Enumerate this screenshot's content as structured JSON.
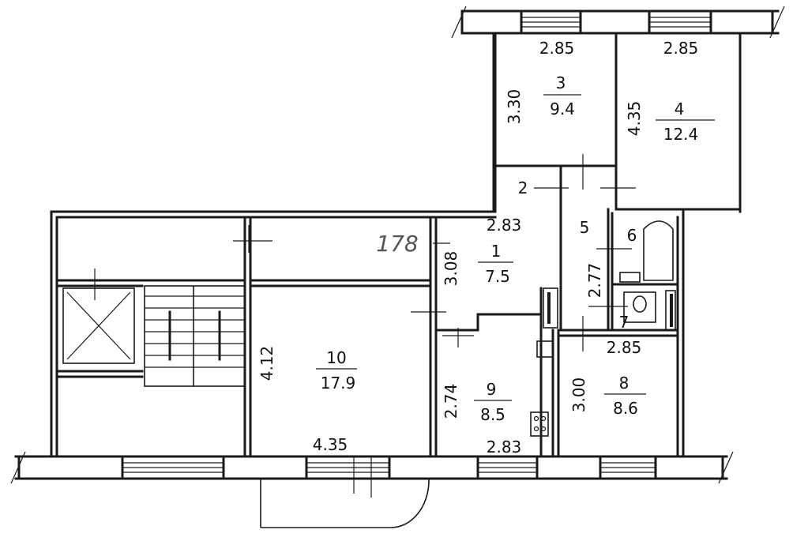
{
  "plan": {
    "annotation": "178",
    "rooms": [
      {
        "id": "1",
        "number": "1",
        "area": "7.5"
      },
      {
        "id": "2",
        "number": "2",
        "area": ""
      },
      {
        "id": "3",
        "number": "3",
        "area": "9.4"
      },
      {
        "id": "4",
        "number": "4",
        "area": "12.4"
      },
      {
        "id": "5",
        "number": "5",
        "area": ""
      },
      {
        "id": "6",
        "number": "6",
        "area": ""
      },
      {
        "id": "7",
        "number": "7",
        "area": ""
      },
      {
        "id": "8",
        "number": "8",
        "area": "8.6"
      },
      {
        "id": "9",
        "number": "9",
        "area": "8.5"
      },
      {
        "id": "10",
        "number": "10",
        "area": "17.9"
      }
    ],
    "dimensions": {
      "room3_top": "2.85",
      "room4_top": "2.85",
      "room3_side": "3.30",
      "room4_side": "4.35",
      "room1_top": "2.83",
      "room1_side": "3.08",
      "room6_side": "2.77",
      "room8_top": "2.85",
      "room8_side": "3.00",
      "room9_side": "2.74",
      "room9_bottom": "2.83",
      "room10_side": "4.12",
      "room10_bottom": "4.35"
    }
  }
}
